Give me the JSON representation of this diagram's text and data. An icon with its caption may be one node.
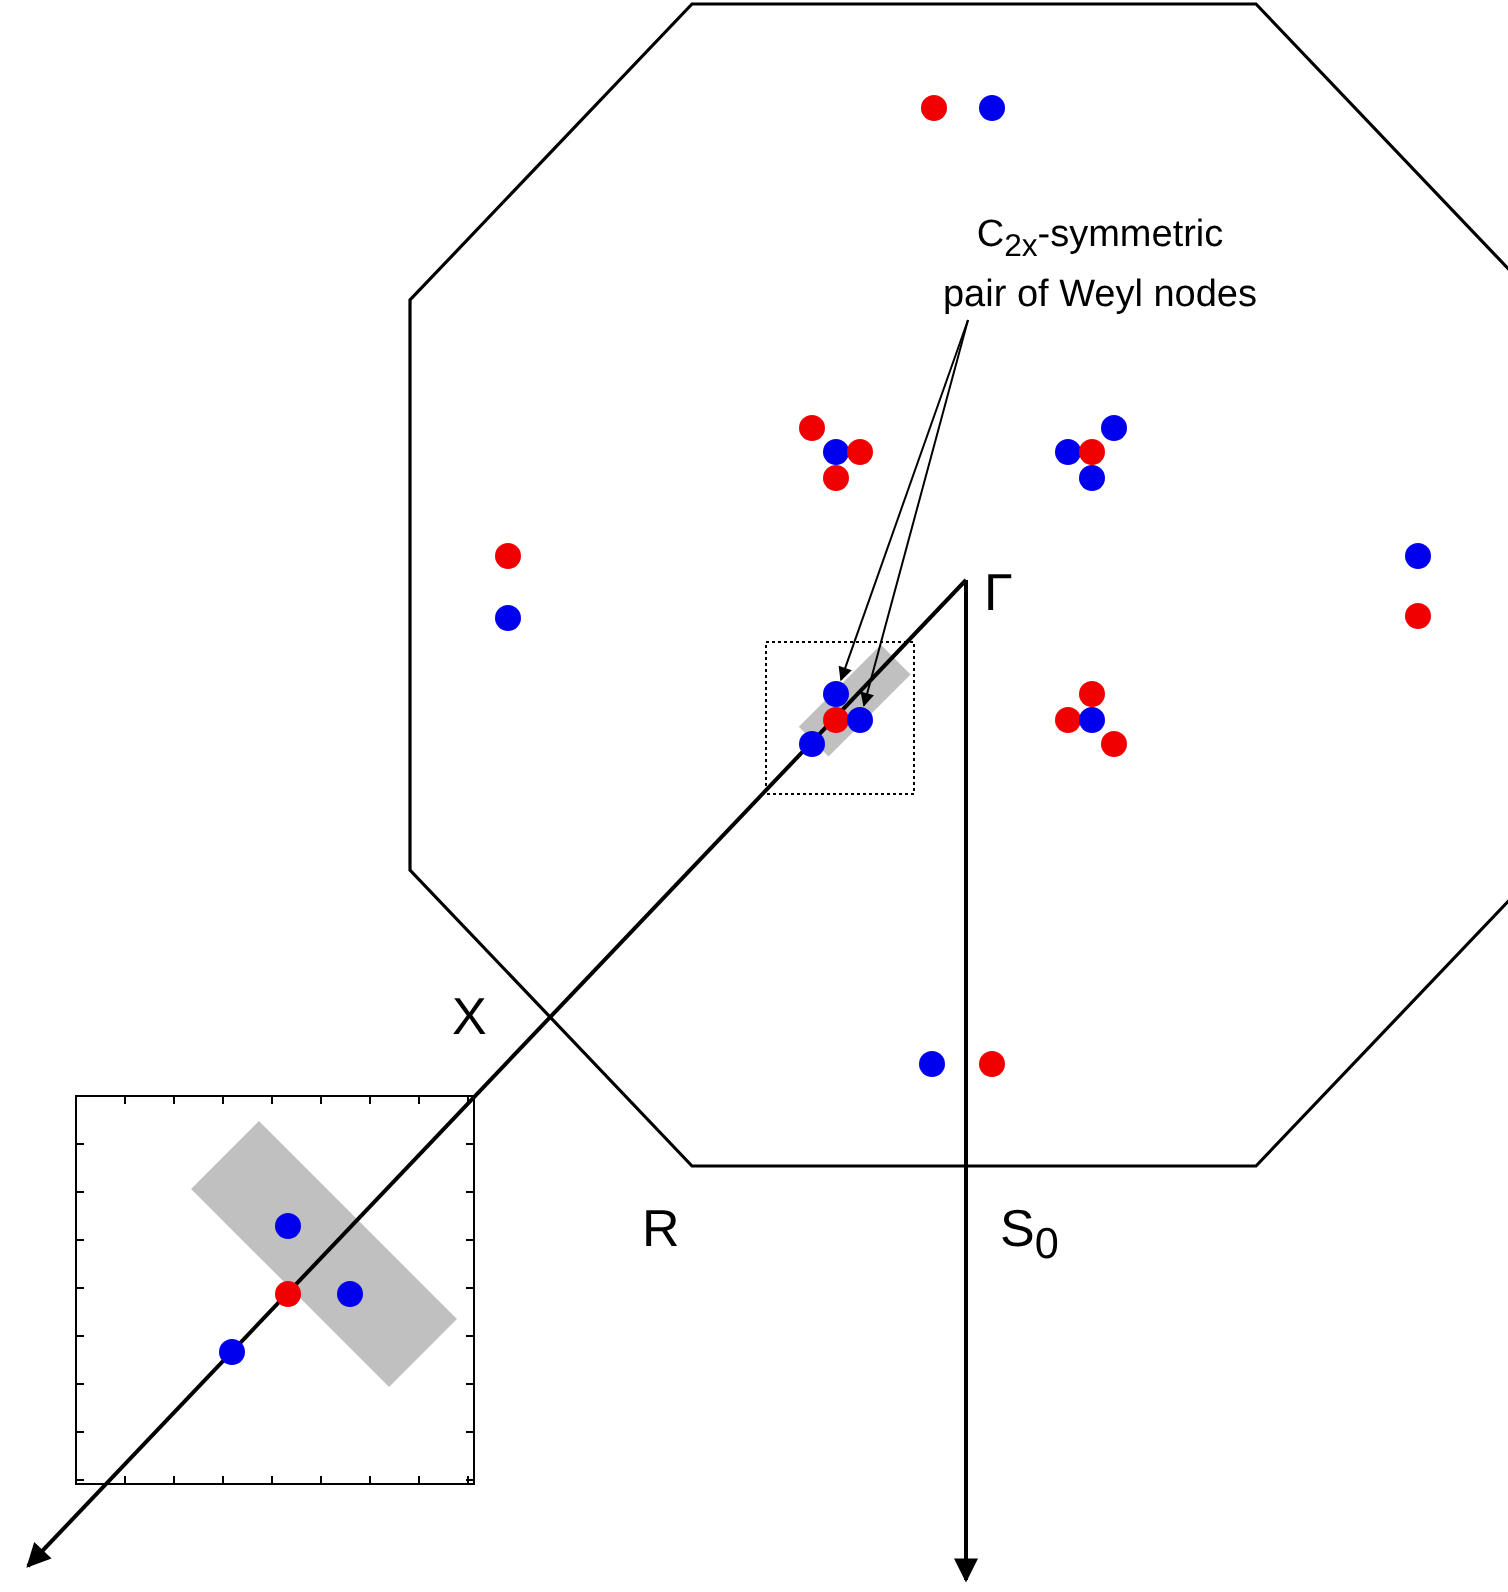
{
  "diagram": {
    "nodes": [
      {
        "text": [
          "C$_{2x}$-symmetric pair of Weyl nodes"
        ]
      },
      {
        "text": [],
        "shape": "circle"
      },
      {
        "text": [],
        "shape": "circle"
      },
      {
        "text": [],
        "shape": "circle"
      },
      {
        "text": [],
        "shape": "circle"
      },
      {
        "text": [],
        "shape": "circle"
      },
      {
        "text": [],
        "shape": "circle"
      },
      {
        "text": [],
        "shape": "circle"
      },
      {
        "text": [],
        "shape": "circle"
      },
      {
        "text": [],
        "shape": "circle"
      },
      {
        "text": [],
        "shape": "circle"
      },
      {
        "text": [],
        "shape": "circle"
      },
      {
        "text": [],
        "shape": "circle"
      },
      {
        "text": [],
        "shape": "circle"
      },
      {
        "text": [],
        "shape": "circle"
      },
      {
        "text": [],
        "shape": "circle"
      },
      {
        "text": [],
        "shape": "circle"
      },
      {
        "text": [],
        "shape": "circle"
      },
      {
        "text": [],
        "shape": "circle"
      },
      {
        "text": [],
        "shape": "circle"
      },
      {
        "text": [],
        "shape": "circle"
      },
      {
        "text": [],
        "shape": "circle"
      },
      {
        "text": [],
        "shape": "circle"
      },
      {
        "text": [],
        "shape": "circle"
      },
      {
        "text": [],
        "shape": "circle"
      },
      {
        "text": [],
        "shape": "circle"
      },
      {
        "text": [],
        "shape": "circle"
      },
      {
        "text": [],
        "shape": "circle"
      },
      {
        "text": [],
        "shape": "circle"
      }
    ],
    "edges": [
      {
        "from": 0,
        "to": 15,
        "arrow": "to"
      },
      {
        "from": 0,
        "to": 18,
        "arrow": "to"
      }
    ],
    "labels": [
      "Γ",
      "X",
      "R",
      "S$_{0}$"
    ]
  }
}
